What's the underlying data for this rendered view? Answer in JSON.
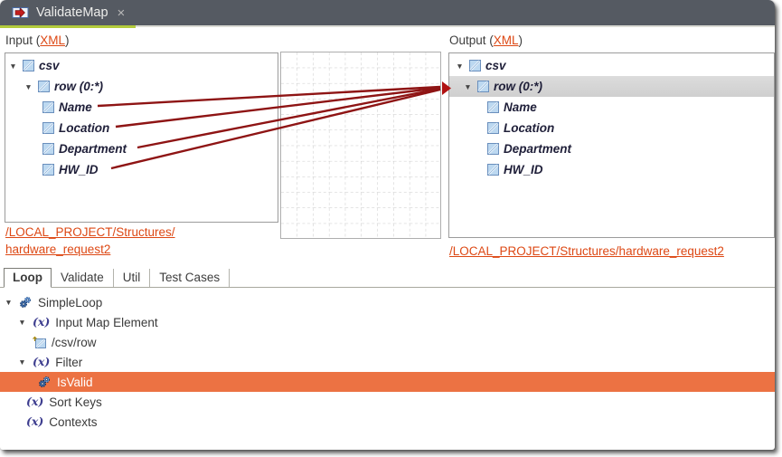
{
  "titlebar": {
    "tab_label": "ValidateMap",
    "close_label": "×"
  },
  "glyphs": {
    "expanded": "▼",
    "function_label": "(x)"
  },
  "colors": {
    "titlebar_bg": "#555a62",
    "accent_green": "#b2ca3b",
    "map_line_red": "#8e1414",
    "target_arrow_red": "#b01212",
    "link_orange": "#dd4814",
    "selection_orange": "#ec7243",
    "row_highlight_gray": "#d6d6d6"
  },
  "input_panel": {
    "heading_pre": "Input (",
    "heading_link": "XML",
    "heading_post": ")",
    "path_line1": "/LOCAL_PROJECT/Structures/",
    "path_line2": "hardware_request2",
    "tree": [
      {
        "label": "csv"
      },
      {
        "label": "row (0:*)"
      },
      {
        "label": "Name"
      },
      {
        "label": "Location"
      },
      {
        "label": "Department"
      },
      {
        "label": "HW_ID"
      }
    ]
  },
  "output_panel": {
    "heading_pre": "Output (",
    "heading_link": "XML",
    "heading_post": ")",
    "path": "/LOCAL_PROJECT/Structures/hardware_request2",
    "tree": [
      {
        "label": "csv"
      },
      {
        "label": "row (0:*)"
      },
      {
        "label": "Name"
      },
      {
        "label": "Location"
      },
      {
        "label": "Department"
      },
      {
        "label": "HW_ID"
      }
    ]
  },
  "bottom_tabs": {
    "tabs": [
      {
        "label": "Loop"
      },
      {
        "label": "Validate"
      },
      {
        "label": "Util"
      },
      {
        "label": "Test Cases"
      }
    ],
    "selected": "Loop"
  },
  "rule_tree": {
    "items": [
      {
        "label": "SimpleLoop"
      },
      {
        "label": "Input Map Element"
      },
      {
        "label": "/csv/row"
      },
      {
        "label": "Filter"
      },
      {
        "label": "IsValid"
      },
      {
        "label": "Sort Keys"
      },
      {
        "label": "Contexts"
      }
    ]
  }
}
